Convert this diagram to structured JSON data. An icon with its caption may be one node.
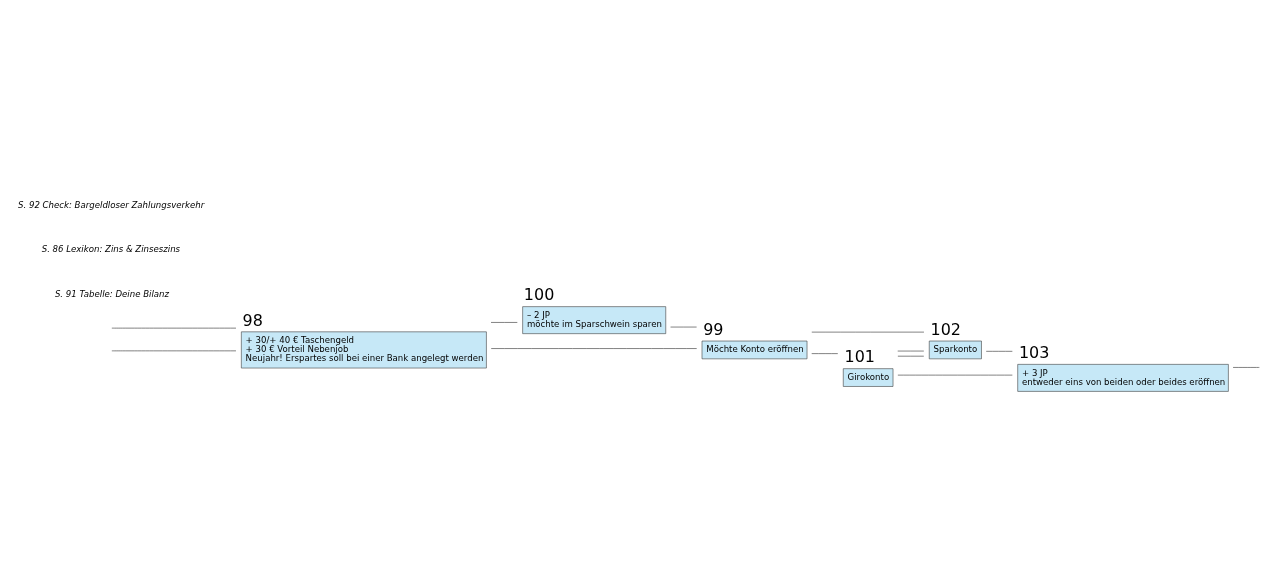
{
  "diagram": {
    "nodes": [
      {
        "text": [
          "98",
          "+ 30/+ 40 € Taschengeld",
          "+ 30 € Vorteil Nebenjob",
          "Neujahr! Erspartes soll bei einer Bank angelegt werden"
        ]
      },
      {
        "text": [
          "100",
          "– 2 JP",
          "möchte im Sparschwein sparen"
        ]
      },
      {
        "text": [
          "99",
          "Möchte Konto eröffnen"
        ]
      },
      {
        "text": [
          "101",
          "Girokonto"
        ]
      },
      {
        "text": [
          "102",
          "Sparkonto"
        ]
      },
      {
        "text": [
          "103",
          "+ 3 JP",
          "entweder eins von beiden oder beides eröffnen"
        ]
      }
    ],
    "edges": [
      {
        "from": null,
        "to": 0,
        "arrow": "none"
      },
      {
        "from": null,
        "to": 0,
        "arrow": "none"
      },
      {
        "from": 0,
        "to": 1,
        "arrow": "none"
      },
      {
        "from": 0,
        "to": 2,
        "arrow": "none"
      },
      {
        "from": 1,
        "to": 2,
        "arrow": "none"
      },
      {
        "from": 2,
        "to": 3,
        "arrow": "none"
      },
      {
        "from": 2,
        "to": 4,
        "arrow": "none"
      },
      {
        "from": 3,
        "to": 4,
        "arrow": "none"
      },
      {
        "from": 4,
        "to": 3,
        "arrow": "none"
      },
      {
        "from": 3,
        "to": 5,
        "arrow": "none"
      },
      {
        "from": 4,
        "to": 5,
        "arrow": "none"
      },
      {
        "from": 5,
        "to": null,
        "arrow": "none"
      }
    ],
    "labels": [
      "S. 91 Tabelle: Deine Bilanz",
      "S. 86 Lexikon: Zins & Zinseszins",
      "S. 92 Check: Bargeldloser Zahlungsverkehr"
    ]
  }
}
